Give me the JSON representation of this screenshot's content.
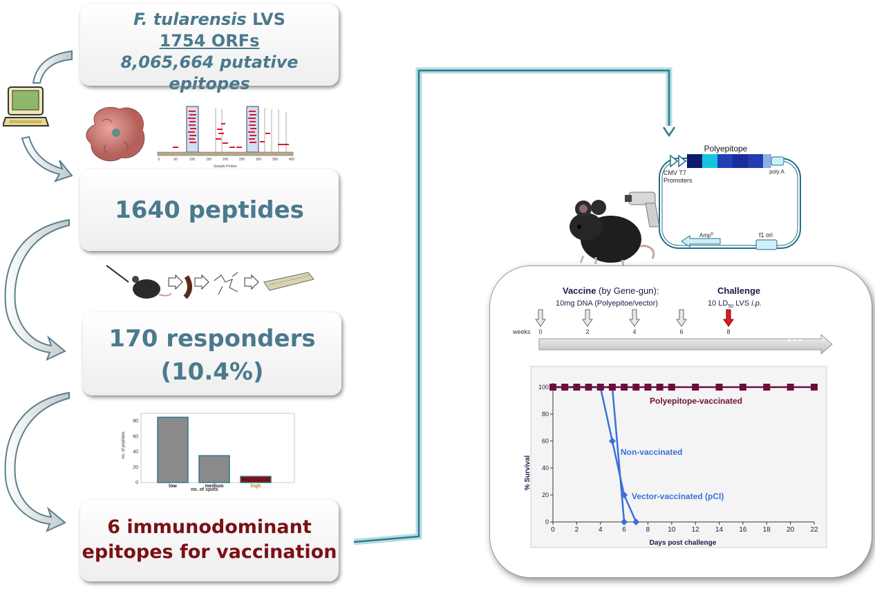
{
  "box1": {
    "species": "F. tularensis",
    "strain": " LVS",
    "orfs": "1754 ORFs",
    "epitopes": "8,065,664 putative epitopes"
  },
  "box2": {
    "text": "1640 peptides"
  },
  "box3": {
    "line1": "170 responders",
    "line2": "(10.4%)"
  },
  "box4": {
    "line1": "6 immunodominant",
    "line2": "epitopes for vaccination"
  },
  "epitope_map": {
    "xlabel": "Sample Protein",
    "ticks": [
      "0",
      "50",
      "100",
      "150",
      "200",
      "250",
      "300",
      "350",
      "400"
    ]
  },
  "spots_chart": {
    "ylabel": "no. of peptides",
    "xlabel": "no. of spots",
    "yticks": [
      "0",
      "20",
      "40",
      "60",
      "80"
    ],
    "categories": [
      "low",
      "medium",
      "high"
    ],
    "values": [
      85,
      35,
      8
    ],
    "colors": [
      "#8a8a8a",
      "#8a8a8a",
      "#7a1016"
    ]
  },
  "plasmid": {
    "title": "Polyepitope",
    "promoters": "CMV  T7",
    "promoters2": "Promoters",
    "polya": "poly A",
    "ampr": "Amp",
    "ampr_sup": "R",
    "f1": "f1 ori"
  },
  "timeline": {
    "vaccine_bold": "Vaccine",
    "vaccine_rest": " (by Gene-gun):",
    "dna": "10mg DNA (Polyepitoe/vector)",
    "challenge": "Challenge",
    "dose_a": "10 LD",
    "dose_sub": "50",
    "dose_b": " LVS ",
    "dose_ip": "i.p.",
    "weeks_label": "weeks",
    "weeks": [
      "0",
      "2",
      "4",
      "6",
      "8"
    ]
  },
  "chart_data": {
    "type": "line",
    "xlabel": "Days post challenge",
    "ylabel": "% Survival",
    "xlim": [
      0,
      22
    ],
    "ylim": [
      0,
      100
    ],
    "xticks": [
      0,
      2,
      4,
      6,
      8,
      10,
      12,
      14,
      16,
      18,
      20,
      22
    ],
    "yticks": [
      0,
      20,
      40,
      60,
      80,
      100
    ],
    "series": [
      {
        "name": "Polyepitope-vaccinated",
        "color": "#6b0f3a",
        "marker": "square",
        "x": [
          0,
          1,
          2,
          3,
          4,
          5,
          6,
          7,
          8,
          9,
          10,
          12,
          14,
          16,
          18,
          20,
          22
        ],
        "y": [
          100,
          100,
          100,
          100,
          100,
          100,
          100,
          100,
          100,
          100,
          100,
          100,
          100,
          100,
          100,
          100,
          100
        ]
      },
      {
        "name": "Non-vaccinated",
        "color": "#3a6fd8",
        "marker": "diamond",
        "x": [
          0,
          1,
          2,
          3,
          4,
          5,
          6
        ],
        "y": [
          100,
          100,
          100,
          100,
          100,
          100,
          0
        ]
      },
      {
        "name": "Vector-vaccinated (pCI)",
        "color": "#3a6fd8",
        "marker": "diamond",
        "x": [
          0,
          1,
          2,
          3,
          4,
          5,
          6,
          7
        ],
        "y": [
          100,
          100,
          100,
          100,
          100,
          60,
          20,
          0
        ]
      }
    ]
  }
}
